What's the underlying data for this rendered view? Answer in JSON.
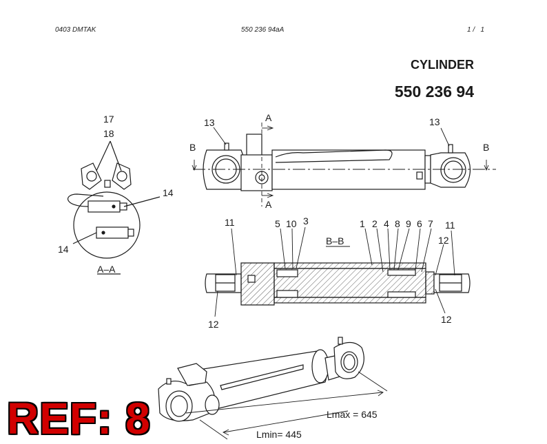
{
  "header": {
    "left_code": "0403 DMTAK",
    "center_code": "550 236 94aA",
    "page": "1 /   1"
  },
  "title": {
    "name": "CYLINDER",
    "part_number": "550 236 94"
  },
  "labels": {
    "section_a": "A",
    "section_b": "B",
    "view_aa": "A–A",
    "view_bb": "B–B",
    "callout_1": "1",
    "callout_2": "2",
    "callout_3": "3",
    "callout_4": "4",
    "callout_5": "5",
    "callout_6": "6",
    "callout_7": "7",
    "callout_8": "8",
    "callout_9": "9",
    "callout_10": "10",
    "callout_11": "11",
    "callout_12": "12",
    "callout_13": "13",
    "callout_14": "14",
    "callout_17": "17",
    "callout_18": "18"
  },
  "dimensions": {
    "lmax": "Lmax = 645",
    "lmin": "Lmin=  445"
  },
  "ref_stamp": "REF: 8",
  "colors": {
    "line": "#1a1a1a",
    "ref_red": "#d10000"
  }
}
